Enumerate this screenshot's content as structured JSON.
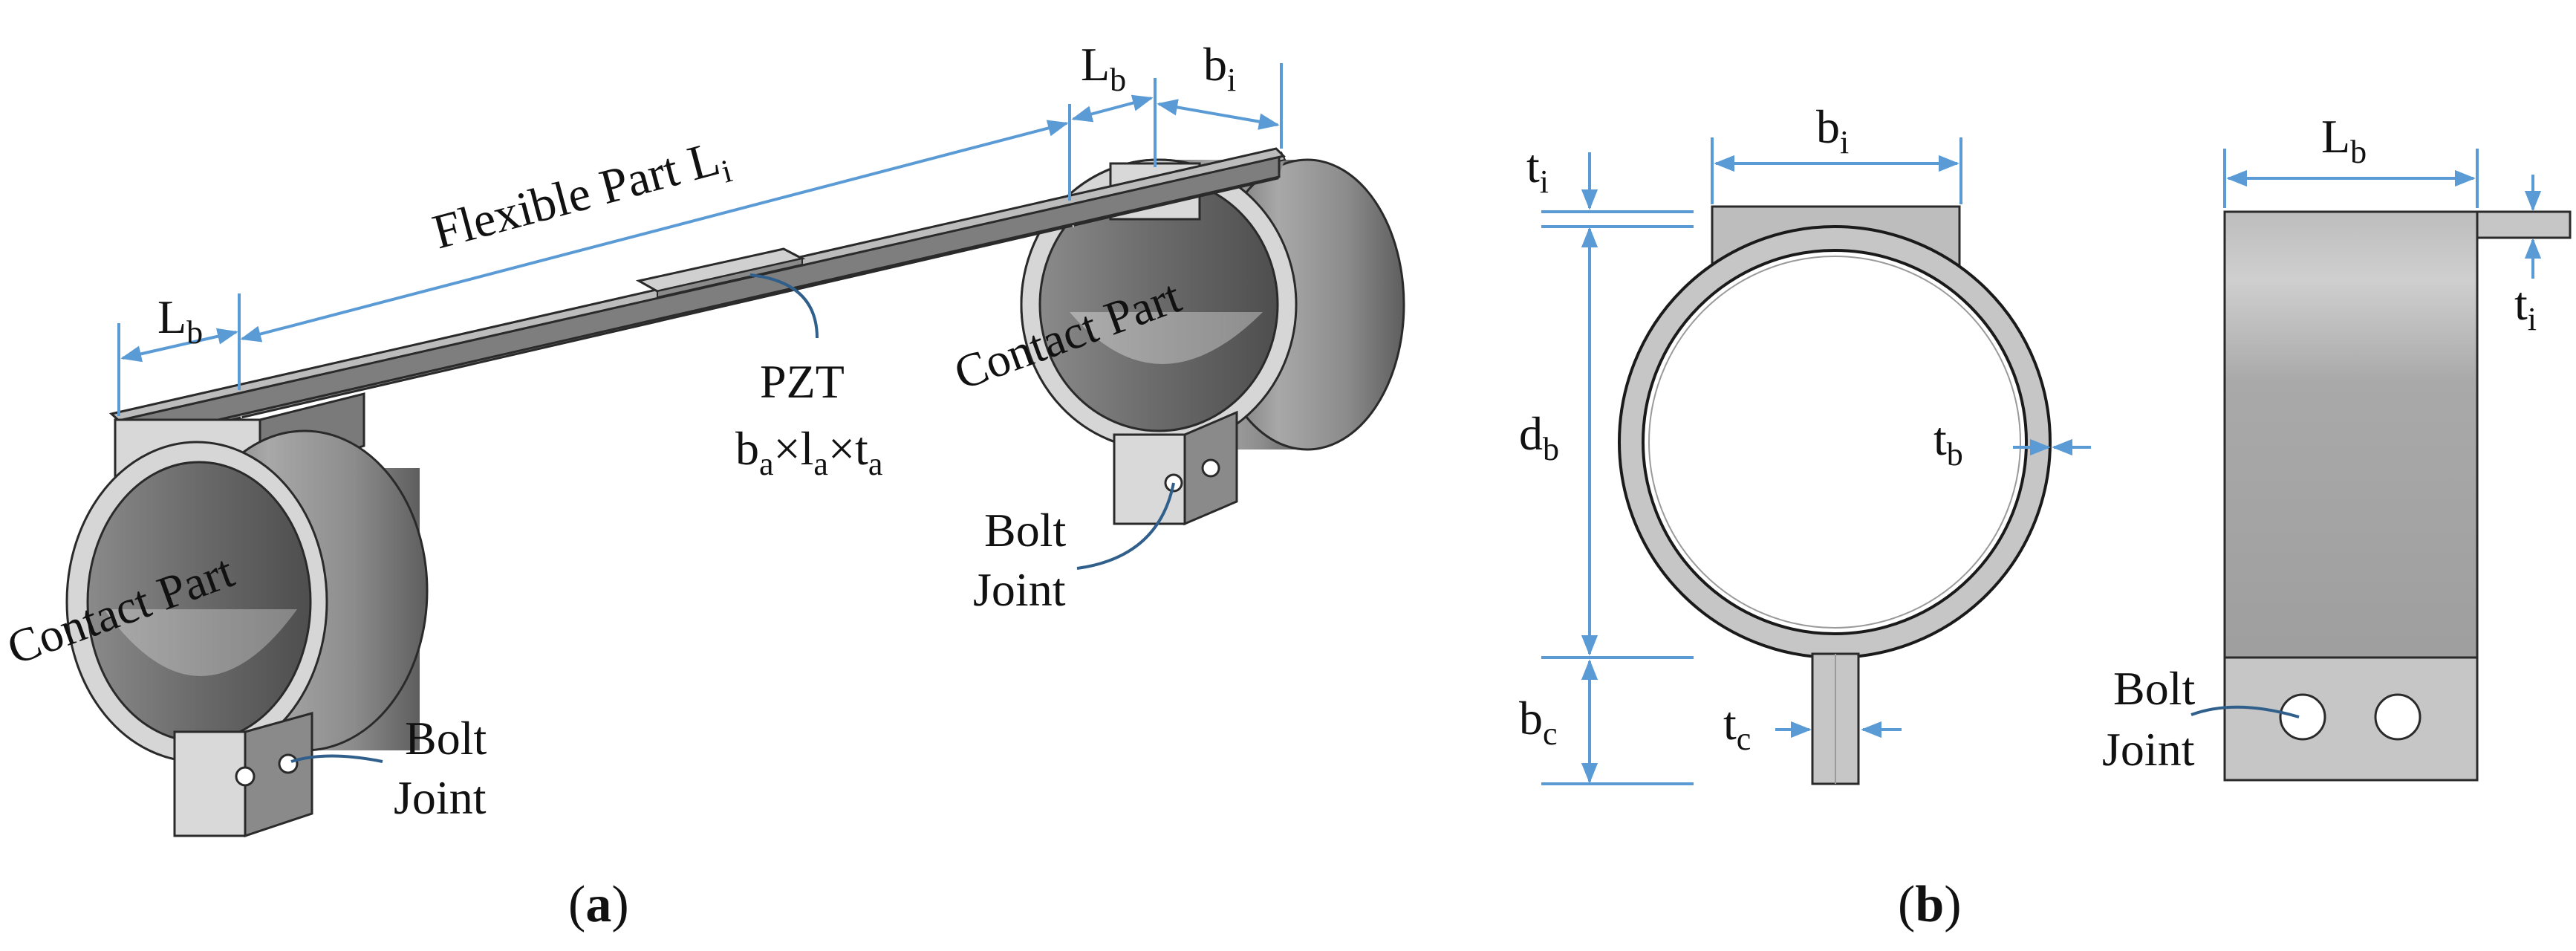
{
  "figure_a": {
    "caption_open": "(",
    "caption_letter": "a",
    "caption_close": ")",
    "flexible_label": "Flexible Part L",
    "flexible_sub": "i",
    "lb_left_main": "L",
    "lb_left_sub": "b",
    "lb_top_main": "L",
    "lb_top_sub": "b",
    "bi_top_main": "b",
    "bi_top_sub": "i",
    "pzt_label": "PZT",
    "pzt_dim": {
      "b": "b",
      "b_sub": "a",
      "times1": "×",
      "l": "l",
      "l_sub": "a",
      "times2": "×",
      "t": "t",
      "t_sub": "a"
    },
    "contact_left": "Contact Part",
    "contact_right": "Contact Part",
    "bolt_left_line1": "Bolt",
    "bolt_left_line2": "Joint",
    "bolt_right_line1": "Bolt",
    "bolt_right_line2": "Joint"
  },
  "figure_b": {
    "caption_open": "(",
    "caption_letter": "b",
    "caption_close": ")",
    "bi_main": "b",
    "bi_sub": "i",
    "ti_main": "t",
    "ti_sub": "i",
    "db_main": "d",
    "db_sub": "b",
    "tb_main": "t",
    "tb_sub": "b",
    "bc_main": "b",
    "bc_sub": "c",
    "tc_main": "t",
    "tc_sub": "c",
    "lb_main": "L",
    "lb_sub": "b",
    "ti_right_main": "t",
    "ti_right_sub": "i",
    "bolt_line1": "Bolt",
    "bolt_line2": "Joint"
  },
  "colors": {
    "dimension": "#5b9bd5",
    "leader": "#2f5f8a",
    "metal_light": "#d4d4d4",
    "metal_mid": "#9a9a9a",
    "metal_dark": "#6e6e6e",
    "outline": "#1a1a1a"
  }
}
